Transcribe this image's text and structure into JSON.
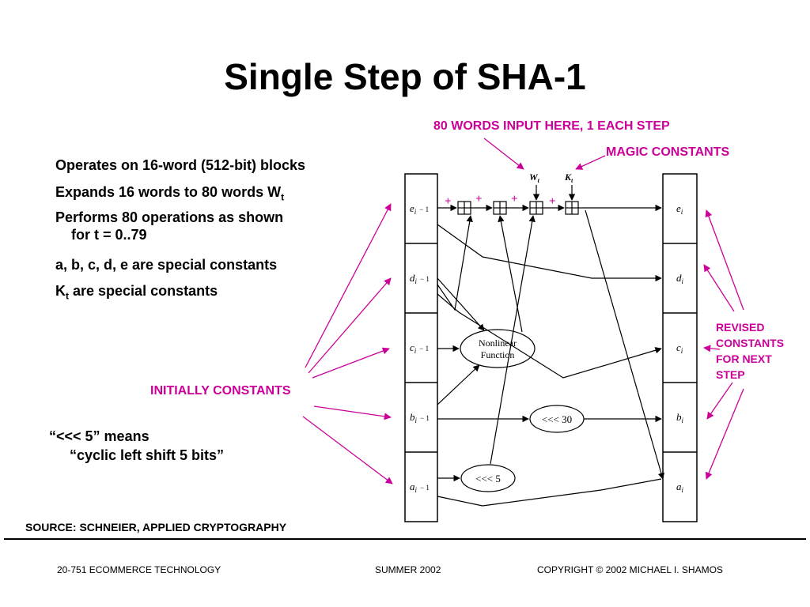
{
  "title": "Single Step of SHA-1",
  "bullets": [
    {
      "text": "Operates on 16-word (512-bit) blocks"
    },
    {
      "text": "Expands 16 words to 80 words W",
      "sub": "t"
    },
    {
      "text": "Performs 80 operations as shown",
      "cont": "for t = 0..79"
    },
    {
      "text": "a, b, c, d, e are special constants"
    },
    {
      "text": "K",
      "sub": "t",
      "after": " are special constants"
    }
  ],
  "annotations": {
    "words_input": "80 WORDS INPUT HERE, 1 EACH STEP",
    "magic_constants": "MAGIC CONSTANTS",
    "initially_constants": "INITIALLY CONSTANTS",
    "revised_constants": [
      "REVISED",
      "CONSTANTS",
      "FOR NEXT",
      "STEP"
    ]
  },
  "note": {
    "line1": "“<<< 5” means",
    "line2": "“cyclic left shift 5 bits”"
  },
  "source": "SOURCE: SCHNEIER, APPLIED CRYPTOGRAPHY",
  "footer": {
    "left": "20-751 ECOMMERCE TECHNOLOGY",
    "center": "SUMMER 2002",
    "right": "COPYRIGHT © 2002 MICHAEL I. SHAMOS"
  },
  "diagram": {
    "left_registers": [
      {
        "var": "e",
        "sub": "i",
        "suffix": "− 1"
      },
      {
        "var": "d",
        "sub": "i",
        "suffix": "− 1"
      },
      {
        "var": "c",
        "sub": "i",
        "suffix": "− 1"
      },
      {
        "var": "b",
        "sub": "i",
        "suffix": "− 1"
      },
      {
        "var": "a",
        "sub": "i",
        "suffix": "− 1"
      }
    ],
    "right_registers": [
      {
        "var": "e",
        "sub": "i"
      },
      {
        "var": "d",
        "sub": "i"
      },
      {
        "var": "c",
        "sub": "i"
      },
      {
        "var": "b",
        "sub": "i"
      },
      {
        "var": "a",
        "sub": "i"
      }
    ],
    "wt_label": {
      "var": "W",
      "sub": "t"
    },
    "kt_label": {
      "var": "K",
      "sub": "t"
    },
    "plus_sign": "+",
    "nonlinear": [
      "Nonlinear",
      "Function"
    ],
    "shift30": "<<< 30",
    "shift5": "<<< 5"
  },
  "colors": {
    "accent": "#cc0099",
    "text": "#000000",
    "background": "#ffffff"
  }
}
